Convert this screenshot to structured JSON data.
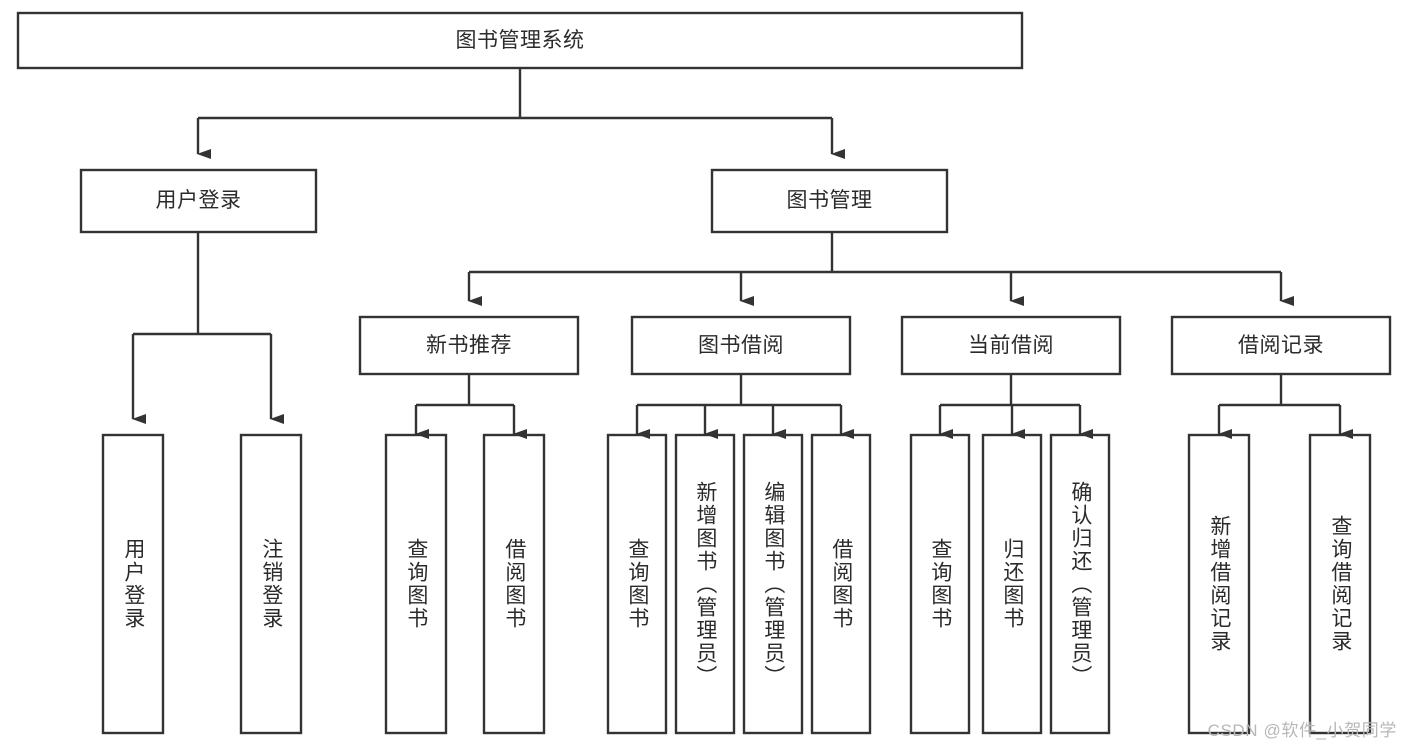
{
  "diagram": {
    "title": "图书管理系统",
    "type": "tree-hierarchy-diagram",
    "orientation": "top-down",
    "colors": {
      "box_stroke": "#333333",
      "box_fill": "#ffffff",
      "connector": "#333333",
      "text": "#2b2b2b",
      "background": "#ffffff",
      "watermark": "#b7b7b7"
    },
    "root": {
      "id": "root",
      "label": "图书管理系统",
      "text_direction": "horizontal"
    },
    "level2": [
      {
        "id": "user-login",
        "label": "用户登录",
        "text_direction": "horizontal"
      },
      {
        "id": "book-management",
        "label": "图书管理",
        "text_direction": "horizontal"
      }
    ],
    "level3": [
      {
        "id": "new-book-recommend",
        "label": "新书推荐",
        "parent": "book-management",
        "text_direction": "horizontal"
      },
      {
        "id": "book-borrow",
        "label": "图书借阅",
        "parent": "book-management",
        "text_direction": "horizontal"
      },
      {
        "id": "current-borrow",
        "label": "当前借阅",
        "parent": "book-management",
        "text_direction": "horizontal"
      },
      {
        "id": "borrow-record",
        "label": "借阅记录",
        "parent": "book-management",
        "text_direction": "horizontal"
      }
    ],
    "leaves": [
      {
        "id": "leaf-1",
        "label": "用户登录",
        "parent": "user-login",
        "text_direction": "vertical"
      },
      {
        "id": "leaf-2",
        "label": "注销登录",
        "parent": "user-login",
        "text_direction": "vertical"
      },
      {
        "id": "leaf-3",
        "label": "查询图书",
        "parent": "new-book-recommend",
        "text_direction": "vertical"
      },
      {
        "id": "leaf-4",
        "label": "借阅图书",
        "parent": "new-book-recommend",
        "text_direction": "vertical"
      },
      {
        "id": "leaf-5",
        "label": "查询图书",
        "parent": "book-borrow",
        "text_direction": "vertical"
      },
      {
        "id": "leaf-6",
        "label": "新增图书（管理员）",
        "parent": "book-borrow",
        "text_direction": "vertical"
      },
      {
        "id": "leaf-7",
        "label": "编辑图书（管理员）",
        "parent": "book-borrow",
        "text_direction": "vertical"
      },
      {
        "id": "leaf-8",
        "label": "借阅图书",
        "parent": "book-borrow",
        "text_direction": "vertical"
      },
      {
        "id": "leaf-9",
        "label": "查询图书",
        "parent": "current-borrow",
        "text_direction": "vertical"
      },
      {
        "id": "leaf-10",
        "label": "归还图书",
        "parent": "current-borrow",
        "text_direction": "vertical"
      },
      {
        "id": "leaf-11",
        "label": "确认归还（管理员）",
        "parent": "current-borrow",
        "text_direction": "vertical"
      },
      {
        "id": "leaf-12",
        "label": "新增借阅记录",
        "parent": "borrow-record",
        "text_direction": "vertical"
      },
      {
        "id": "leaf-13",
        "label": "查询借阅记录",
        "parent": "borrow-record",
        "text_direction": "vertical"
      }
    ]
  },
  "watermark": {
    "text": "CSDN @软件_小贺同学"
  }
}
